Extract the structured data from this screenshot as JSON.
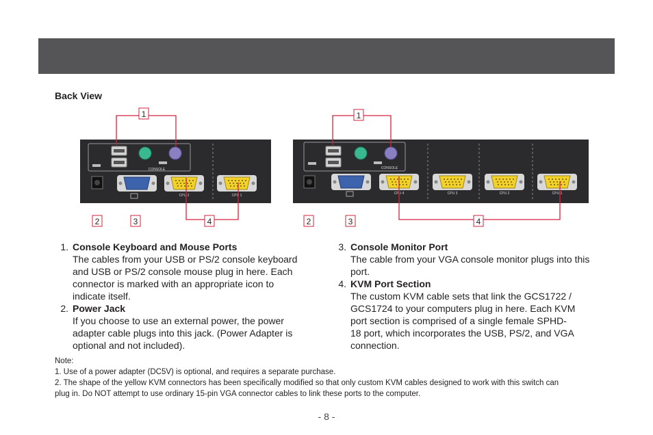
{
  "section_title": "Back View",
  "diagram": {
    "callouts_left": [
      "1",
      "2",
      "3",
      "4"
    ],
    "callouts_right": [
      "1",
      "2",
      "3",
      "4"
    ],
    "console_label": "CONSOLE",
    "left_ports": [
      "CPU 2",
      "CPU 1"
    ],
    "right_ports": [
      "CPU 4",
      "CPU 3",
      "CPU 2",
      "CPU 1"
    ]
  },
  "items": [
    {
      "num": "1.",
      "heading": "Console Keyboard and Mouse Ports",
      "lines": [
        "The cables from your USB or PS/2 console keyboard",
        "and USB or PS/2 console mouse plug in here. Each",
        "connector is marked with an appropriate icon to",
        "indicate itself."
      ]
    },
    {
      "num": "2.",
      "heading": "Power Jack",
      "lines": [
        "If you choose to use an external power, the power",
        "adapter cable plugs into this jack. (Power Adapter is",
        "optional and not included)."
      ]
    },
    {
      "num": "3.",
      "heading": "Console Monitor Port",
      "lines": [
        "The cable from your VGA console monitor plugs into this",
        "port."
      ]
    },
    {
      "num": "4.",
      "heading": "KVM Port Section",
      "lines": [
        "The custom KVM cable sets that link the GCS1722 /",
        "GCS1724 to your computers plug in here. Each KVM",
        "port section is comprised of a single female SPHD-",
        "18 port, which incorporates the USB, PS/2, and VGA",
        "connection."
      ]
    }
  ],
  "note": {
    "label": "Note:",
    "line1": "1. Use of a power adapter (DC5V) is optional, and requires a separate purchase.",
    "line2a": "2. The shape of the yellow KVM connectors has been specifically modified so that only custom KVM cables designed to work with this switch can",
    "line2b": "plug in. Do NOT attempt to use ordinary 15-pin VGA connector cables to link these ports to the computer."
  },
  "page_number": "- 8 -",
  "colors": {
    "callout": "#d2233f",
    "panel": "#2b2b2d",
    "header": "#555557",
    "vga_blue": "#3d63ad",
    "kvm_yellow": "#f2d22a",
    "ps2_green": "#3bb98e",
    "ps2_purple": "#8a7fc0"
  }
}
